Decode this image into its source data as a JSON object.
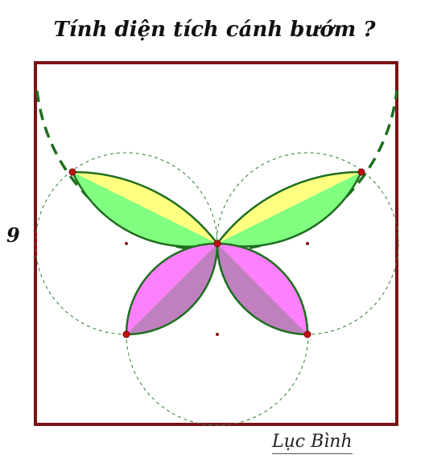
{
  "title": "Tính diện tích cánh bướm ?",
  "side_length_label": "9",
  "signature": "Lục Bình",
  "colors": {
    "frame": "#7a1216",
    "petal_outline": "#1f6e1f",
    "upper_light": "#ffff80",
    "upper_dark": "#80ff80",
    "lower_light": "#ff80ff",
    "lower_dark": "#c080c0",
    "points": "#c01010",
    "dashed_circle": "#2e7d2e"
  }
}
